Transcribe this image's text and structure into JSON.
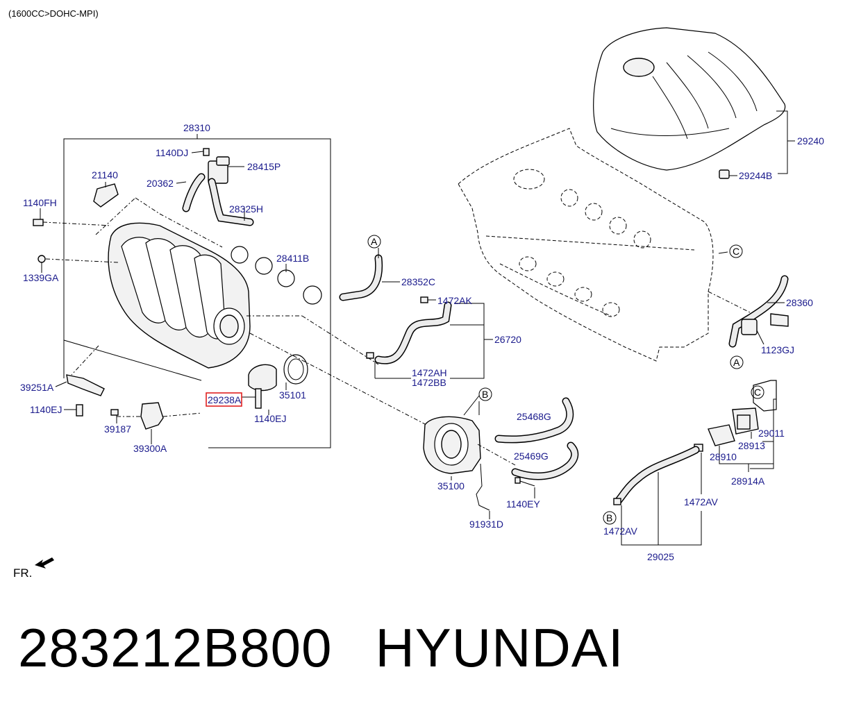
{
  "header": {
    "engine_spec": "(1600CC>DOHC-MPI)"
  },
  "orientation": {
    "fr_label": "FR."
  },
  "caption": {
    "part_number": "283212B800",
    "brand": "HYUNDAI"
  },
  "highlight": {
    "part": "29238A",
    "color": "#e02020"
  },
  "label_color": "#1a1a8c",
  "callouts": [
    "A",
    "A",
    "B",
    "B",
    "C",
    "C"
  ],
  "parts": {
    "p28310": "28310",
    "p1140DJ": "1140DJ",
    "p28415P": "28415P",
    "p21140": "21140",
    "p20362": "20362",
    "p1140FH": "1140FH",
    "p28325H": "28325H",
    "p28411B": "28411B",
    "p1339GA": "1339GA",
    "p28352C": "28352C",
    "p1472AK": "1472AK",
    "p26720": "26720",
    "p1472AH": "1472AH",
    "p1472BB": "1472BB",
    "p39251A": "39251A",
    "p29238A": "29238A",
    "p35101": "35101",
    "p1140EJ_a": "1140EJ",
    "p1140EJ_b": "1140EJ",
    "p39187": "39187",
    "p39300A": "39300A",
    "p29240": "29240",
    "p29244B": "29244B",
    "p28360": "28360",
    "p1123GJ": "1123GJ",
    "p25468G": "25468G",
    "p25469G": "25469G",
    "p35100": "35100",
    "p1140EY": "1140EY",
    "p91931D": "91931D",
    "p29011": "29011",
    "p28913": "28913",
    "p28910": "28910",
    "p28914A": "28914A",
    "p1472AV_a": "1472AV",
    "p1472AV_b": "1472AV",
    "p29025": "29025"
  }
}
